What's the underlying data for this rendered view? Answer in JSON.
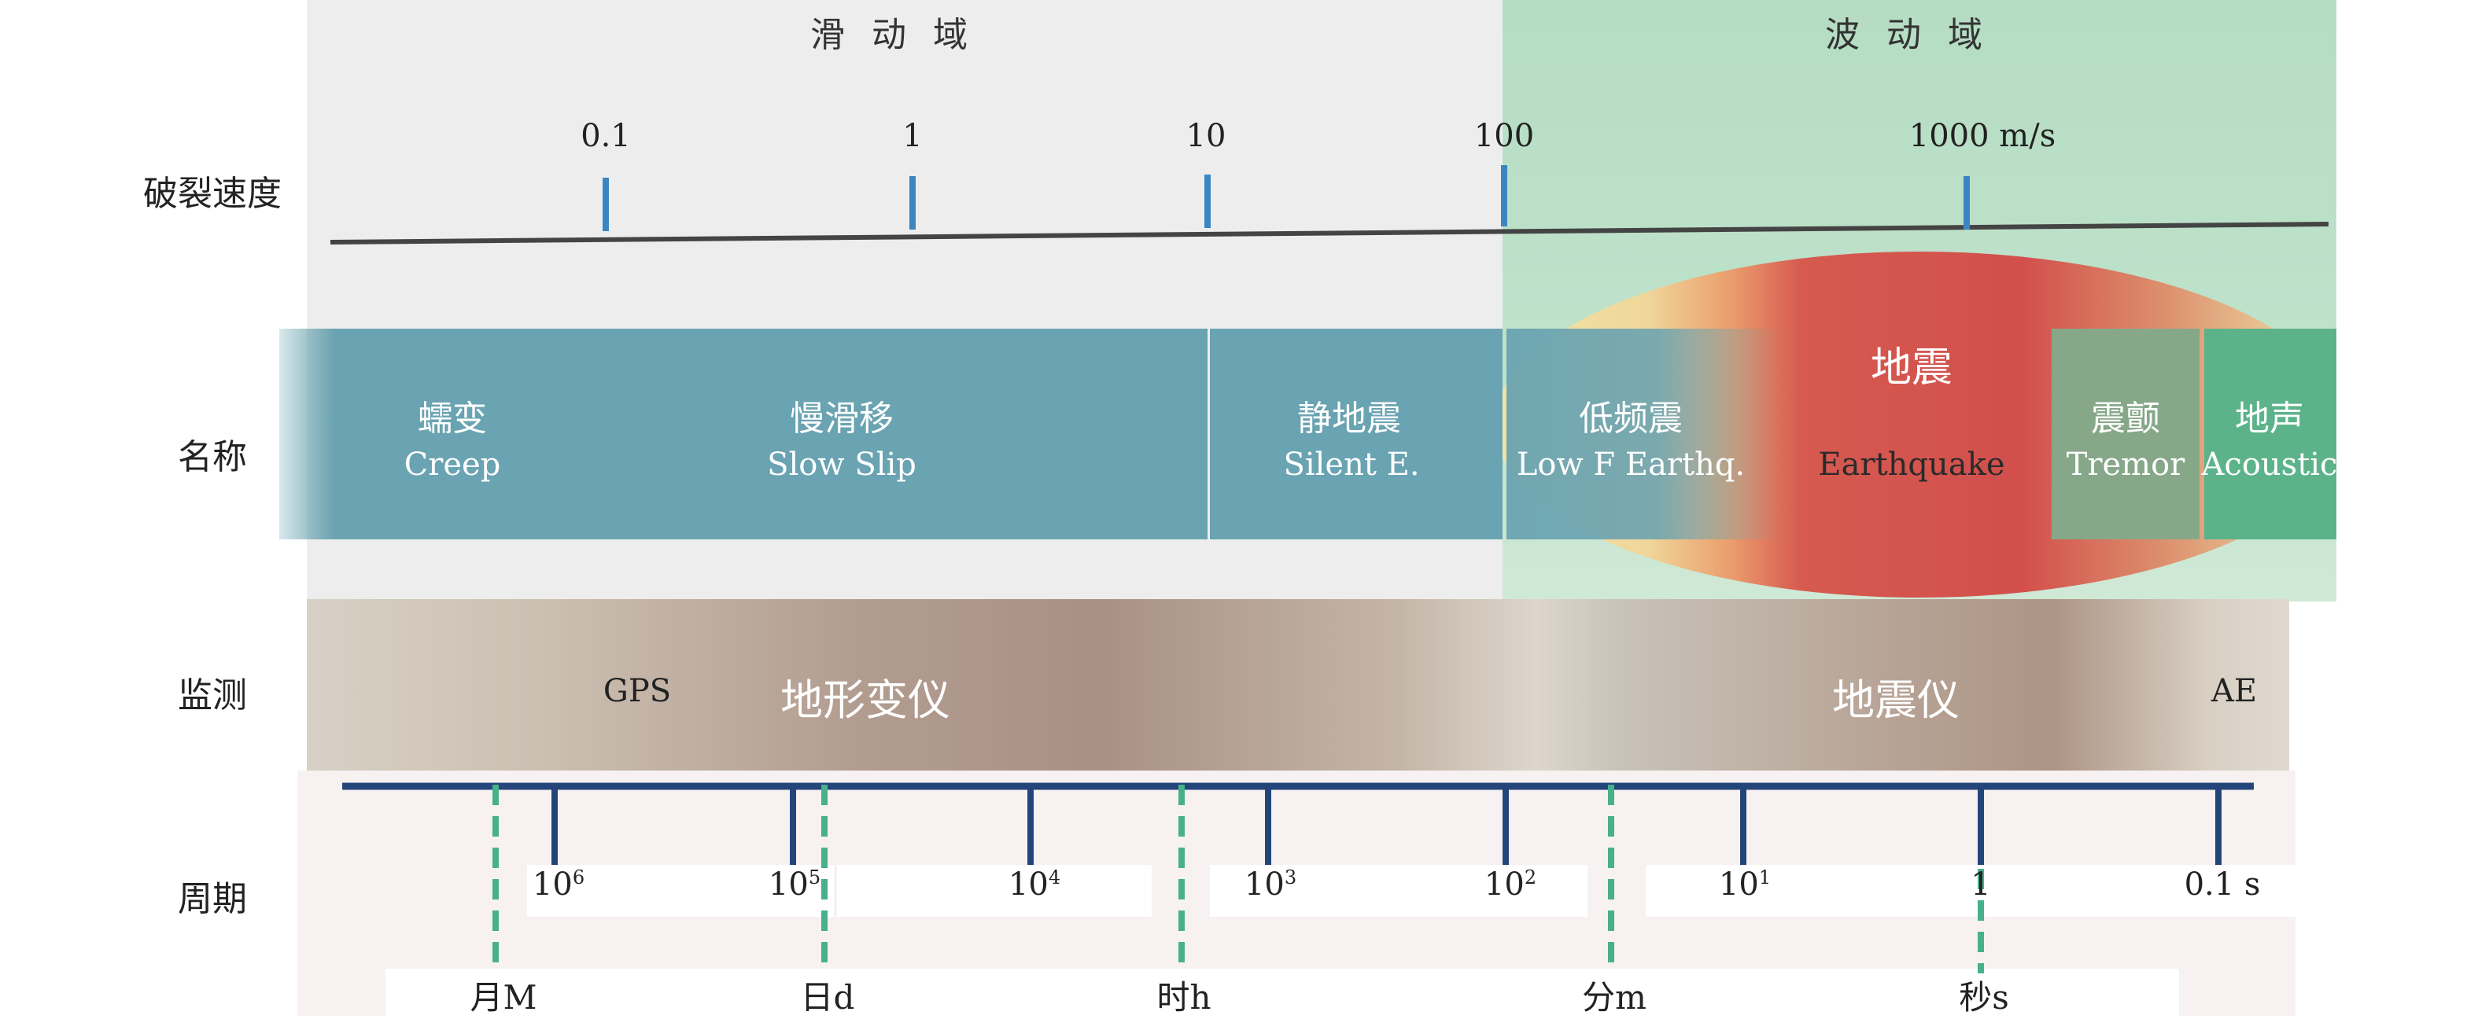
{
  "domains": {
    "slip": "滑 动 域",
    "wave": "波 动 域"
  },
  "row_labels": {
    "speed": "破裂速度",
    "name": "名称",
    "monitor": "监测",
    "period": "周期"
  },
  "speed_ticks": [
    "0.1",
    "1",
    "10",
    "100",
    "1000 m/s"
  ],
  "names": {
    "creep": {
      "cn": "蠕变",
      "en": "Creep"
    },
    "slowslip": {
      "cn": "慢滑移",
      "en": "Slow Slip"
    },
    "silent": {
      "cn": "静地震",
      "en": "Silent E."
    },
    "lowf": {
      "cn": "低频震",
      "en": "Low F Earthq."
    },
    "quake": {
      "cn": "地震",
      "en": "Earthquake"
    },
    "tremor": {
      "cn": "震颤",
      "en": "Tremor"
    },
    "acoustic": {
      "cn": "地声",
      "en": "Acoustic"
    }
  },
  "monitor": {
    "gps": "GPS",
    "deform": "地形变仪",
    "seismo": "地震仪",
    "ae": "AE"
  },
  "period_ticks": [
    {
      "base": "10",
      "exp": "6"
    },
    {
      "base": "10",
      "exp": "5"
    },
    {
      "base": "10",
      "exp": "4"
    },
    {
      "base": "10",
      "exp": "3"
    },
    {
      "base": "10",
      "exp": "2"
    },
    {
      "base": "10",
      "exp": "1"
    },
    {
      "base": "1",
      "exp": ""
    },
    {
      "base": "0.1 s",
      "exp": ""
    }
  ],
  "time_units": [
    "月M",
    "日d",
    "时h",
    "分m",
    "秒s"
  ],
  "colors": {
    "slip_bg": "#ededed",
    "wave_bg": "#b5ddc3",
    "name_teal": "#6aa3b1",
    "quake_red": "#d24f4c",
    "quake_yellow": "#efe09a",
    "tremor": "#86a889",
    "acoustic": "#5cb38a",
    "axis_dark": "#444444",
    "speed_tick": "#3b86c2",
    "period_axis": "#24457a",
    "time_dash": "#48b08a"
  }
}
